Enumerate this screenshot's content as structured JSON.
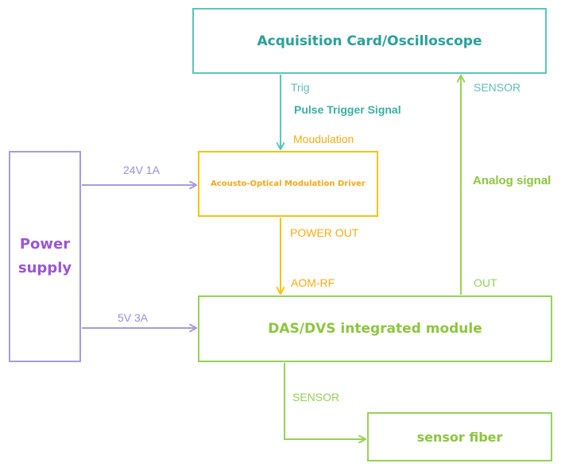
{
  "boxes": {
    "acquisition": "Acquisition Card/Oscilloscope",
    "aom_driver": "Acousto-Optical Modulation Driver",
    "power_supply_line1": "Power",
    "power_supply_line2": "supply",
    "das_dvs": "DAS/DVS integrated module",
    "sensor_fiber": "sensor fiber"
  },
  "labels": {
    "trig": "Trig",
    "pulse_trigger": "Pulse Trigger Signal",
    "moudulation": "Moudulation",
    "sensor_top": "SENSOR",
    "analog_signal": "Analog signal",
    "power_24v": "24V 1A",
    "power_out": "POWER OUT",
    "aom_rf": "AOM-RF",
    "out": "OUT",
    "power_5v": "5V 3A",
    "sensor_bottom": "SENSOR"
  },
  "colors": {
    "teal": "#58c7bf",
    "orange": "#f5c312",
    "purple": "#a89bdb",
    "green": "#96d256"
  }
}
